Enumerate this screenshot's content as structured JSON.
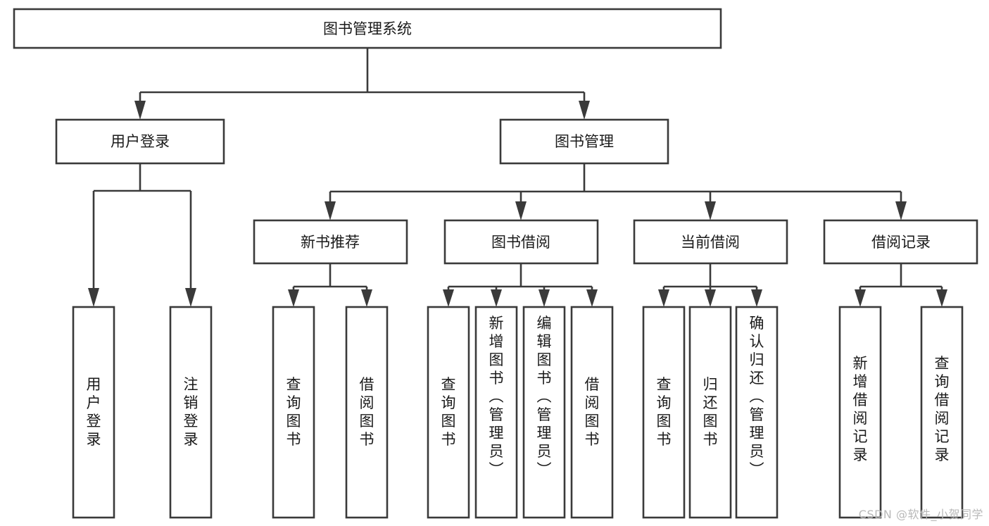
{
  "diagram": {
    "kind": "functional-structure-tree",
    "root": {
      "id": "root",
      "label": "图书管理系统"
    },
    "level2": [
      {
        "id": "user-login",
        "label": "用户登录"
      },
      {
        "id": "book-manage",
        "label": "图书管理"
      }
    ],
    "level3": [
      {
        "id": "new-book-recommend",
        "label": "新书推荐",
        "parent": "book-manage"
      },
      {
        "id": "book-borrow",
        "label": "图书借阅",
        "parent": "book-manage"
      },
      {
        "id": "current-borrow",
        "label": "当前借阅",
        "parent": "book-manage"
      },
      {
        "id": "borrow-record",
        "label": "借阅记录",
        "parent": "book-manage"
      }
    ],
    "leaves": [
      {
        "id": "leaf-user-login",
        "label": "用户登录",
        "parent": "user-login"
      },
      {
        "id": "leaf-logout-login",
        "label": "注销登录",
        "parent": "user-login"
      },
      {
        "id": "leaf-query-book-1",
        "label": "查询图书",
        "parent": "new-book-recommend"
      },
      {
        "id": "leaf-borrow-book-1",
        "label": "借阅图书",
        "parent": "new-book-recommend"
      },
      {
        "id": "leaf-query-book-2",
        "label": "查询图书",
        "parent": "book-borrow"
      },
      {
        "id": "leaf-add-book",
        "label": "新增图书（管理员）",
        "parent": "book-borrow"
      },
      {
        "id": "leaf-edit-book",
        "label": "编辑图书（管理员）",
        "parent": "book-borrow"
      },
      {
        "id": "leaf-borrow-book-2",
        "label": "借阅图书",
        "parent": "book-borrow"
      },
      {
        "id": "leaf-query-book-3",
        "label": "查询图书",
        "parent": "current-borrow"
      },
      {
        "id": "leaf-return-book",
        "label": "归还图书",
        "parent": "current-borrow"
      },
      {
        "id": "leaf-confirm-return",
        "label": "确认归还（管理员）",
        "parent": "current-borrow"
      },
      {
        "id": "leaf-add-record",
        "label": "新增借阅记录",
        "parent": "borrow-record"
      },
      {
        "id": "leaf-query-record",
        "label": "查询借阅记录",
        "parent": "borrow-record"
      }
    ]
  },
  "watermark": {
    "text": "CSDN @软件_小贺同学"
  },
  "colors": {
    "stroke": "#3a3a3a",
    "fill": "#ffffff",
    "text": "#1a1a1a",
    "watermark": "#b9b9b9"
  }
}
